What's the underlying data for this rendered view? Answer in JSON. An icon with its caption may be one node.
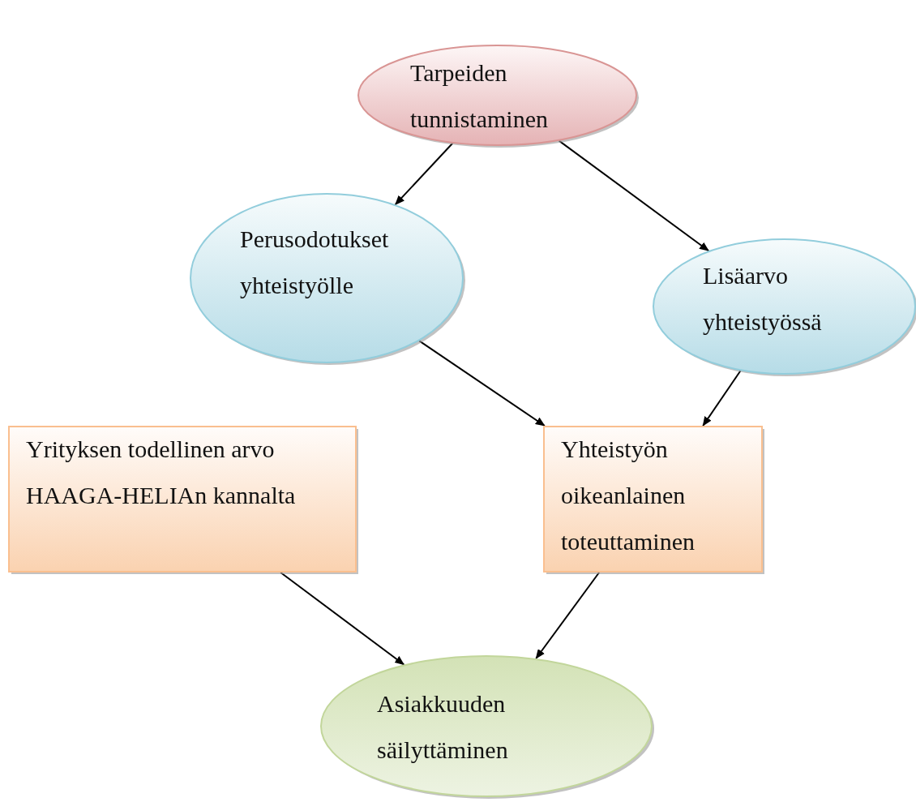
{
  "diagram": {
    "nodes": [
      {
        "text": [
          "Tarpeiden tunnistaminen"
        ]
      },
      {
        "text": [
          "Perusodotukset yhteistyölle"
        ]
      },
      {
        "text": [
          "Lisäarvo yhteistyössä"
        ]
      },
      {
        "text": [
          "Yrityksen todellinen arvo HAAGA-HELIAn kannalta"
        ]
      },
      {
        "text": [
          "Yhteistyön oikeanlainen toteuttaminen"
        ]
      },
      {
        "text": [
          "Asiakkuuden säilyttäminen"
        ]
      }
    ],
    "edges": [
      {
        "from": 0,
        "to": 1,
        "arrow": "to"
      },
      {
        "from": 0,
        "to": 2,
        "arrow": "to"
      },
      {
        "from": 1,
        "to": 4,
        "arrow": "to"
      },
      {
        "from": 2,
        "to": 4,
        "arrow": "to"
      },
      {
        "from": 3,
        "to": 5,
        "arrow": "to"
      },
      {
        "from": 4,
        "to": 5,
        "arrow": "to"
      }
    ]
  }
}
